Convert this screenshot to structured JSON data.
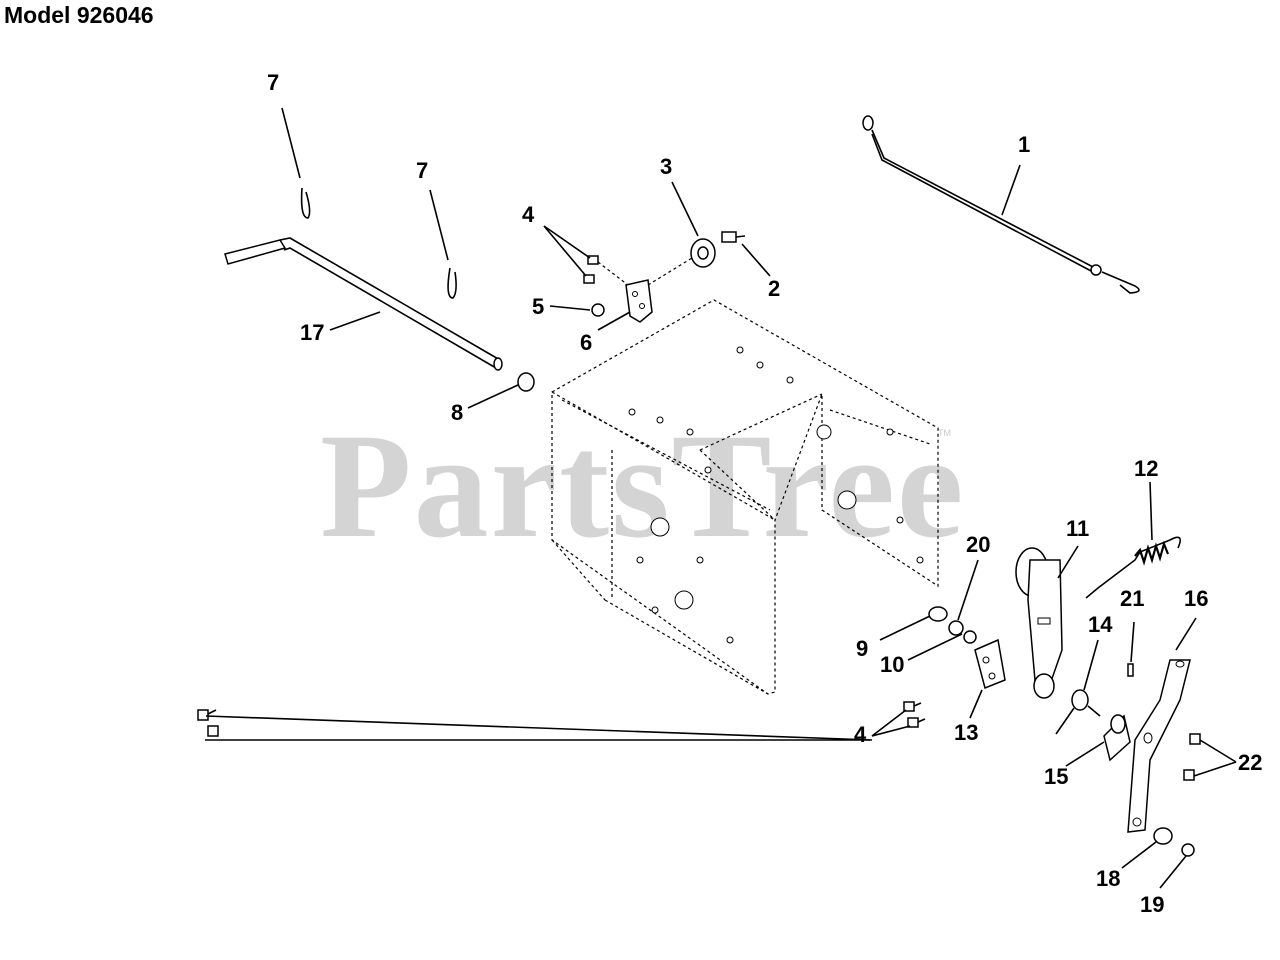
{
  "header": {
    "title": "Model 926046"
  },
  "watermark": {
    "text": "PartsTree",
    "mark": "TM"
  },
  "callouts": {
    "c1": "1",
    "c2": "2",
    "c3": "3",
    "c4a": "4",
    "c4b": "4",
    "c5": "5",
    "c6": "6",
    "c7a": "7",
    "c7b": "7",
    "c8": "8",
    "c9": "9",
    "c10": "10",
    "c11": "11",
    "c12": "12",
    "c13": "13",
    "c14": "14",
    "c15": "15",
    "c16": "16",
    "c17": "17",
    "c18": "18",
    "c19": "19",
    "c20": "20",
    "c21": "21",
    "c22": "22"
  }
}
